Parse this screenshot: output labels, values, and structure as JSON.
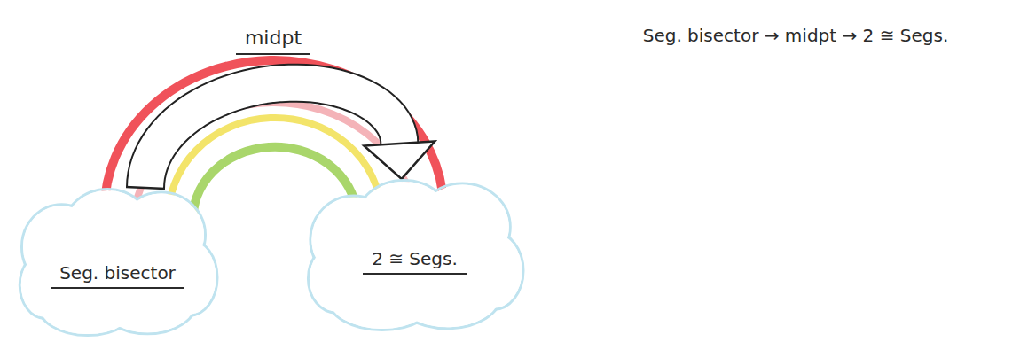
{
  "diagram": {
    "nodes": [
      {
        "text": [
          "Seg. bisector"
        ]
      },
      {
        "text": [
          "2 ≅ Segs."
        ]
      }
    ],
    "edges": [
      {
        "from": 0,
        "to": 1,
        "arrow": "to"
      }
    ],
    "labels": [
      "midpt",
      "Seg. bisector → midpt → 2 ≅ Segs."
    ]
  }
}
